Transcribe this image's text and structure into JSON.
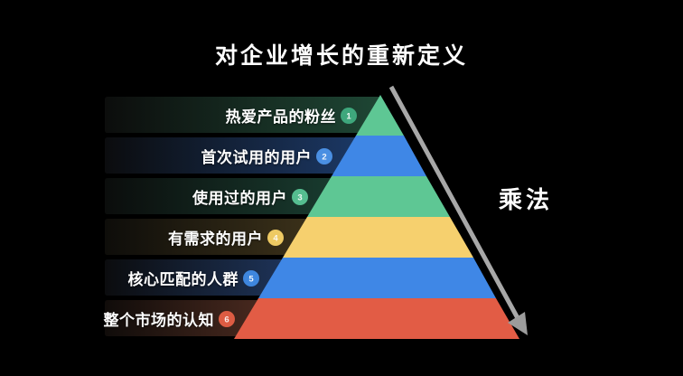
{
  "title": "对企业增长的重新定义",
  "arrow": {
    "label": "乘法",
    "shaft_color": "#a8a8a8",
    "head_color": "#9c9c9c"
  },
  "colors": {
    "background": "#000000",
    "text": "#ffffff"
  },
  "layers": [
    {
      "label": "热爱产品的粉丝",
      "number": "1",
      "color": "#5ec794",
      "badge_color": "#3ea77c",
      "dark_color": "#1e4634"
    },
    {
      "label": "首次试用的用户",
      "number": "2",
      "color": "#3f87e6",
      "badge_color": "#4a8fe2",
      "dark_color": "#1b3763"
    },
    {
      "label": "使用过的用户",
      "number": "3",
      "color": "#5ec794",
      "badge_color": "#55bd90",
      "dark_color": "#183a2e"
    },
    {
      "label": "有需求的用户",
      "number": "4",
      "color": "#f6d06e",
      "badge_color": "#eeca63",
      "dark_color": "#3a3019"
    },
    {
      "label": "核心匹配的人群",
      "number": "5",
      "color": "#3f87e6",
      "badge_color": "#3e86de",
      "dark_color": "#1d3256"
    },
    {
      "label": "整个市场的认知",
      "number": "6",
      "color": "#e25c45",
      "badge_color": "#dd5c43",
      "dark_color": "#47281e"
    }
  ]
}
